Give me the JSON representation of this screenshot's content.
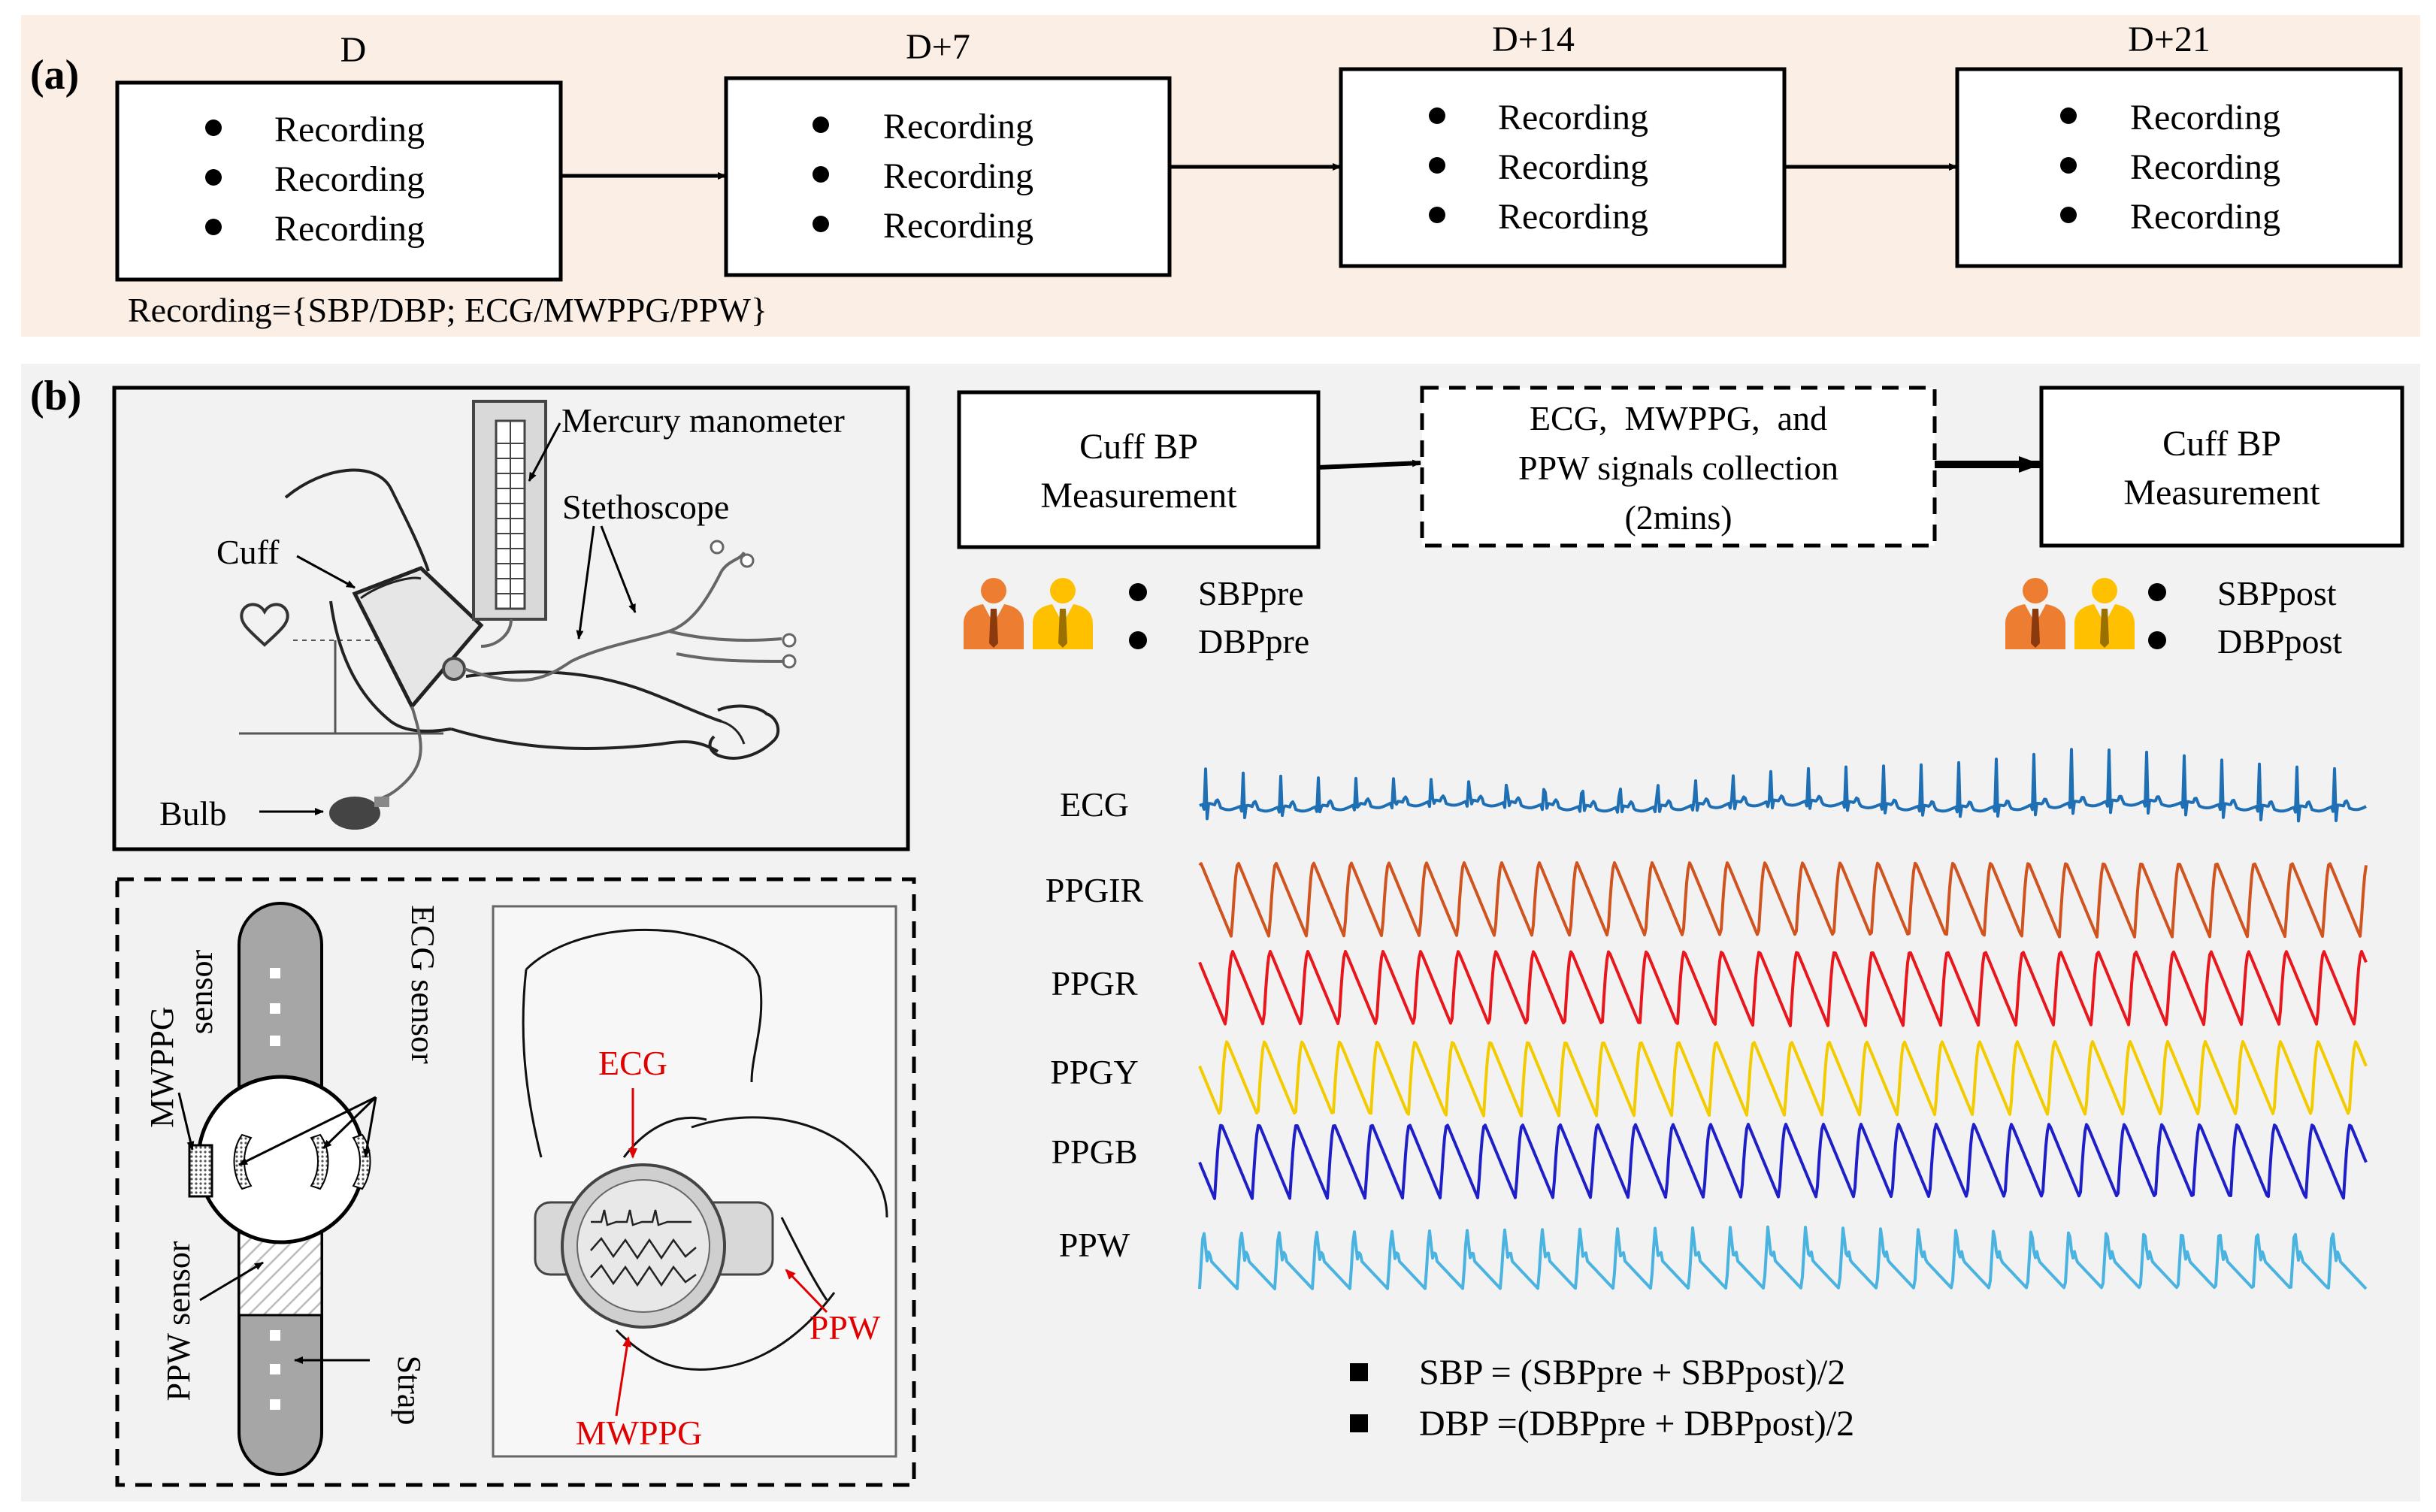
{
  "panel_a": {
    "label": "(a)",
    "stages": [
      {
        "day": "D",
        "items": [
          "Recording",
          "Recording",
          "Recording"
        ]
      },
      {
        "day": "D+7",
        "items": [
          "Recording",
          "Recording",
          "Recording"
        ]
      },
      {
        "day": "D+14",
        "items": [
          "Recording",
          "Recording",
          "Recording"
        ]
      },
      {
        "day": "D+21",
        "items": [
          "Recording",
          "Recording",
          "Recording"
        ]
      }
    ],
    "definition": "Recording={SBP/DBP; ECG/MWPPG/PPW}"
  },
  "panel_b": {
    "label": "(b)",
    "cuff_setup": {
      "mercury_manometer": "Mercury manometer",
      "stethoscope": "Stethoscope",
      "cuff": "Cuff",
      "bulb": "Bulb"
    },
    "watch_diagram": {
      "mwppg_sensor": [
        "MWPPG",
        "sensor"
      ],
      "ecg_sensor": "ECG sensor",
      "ppw_sensor": "PPW sensor",
      "strap": "Strap"
    },
    "photo_labels": {
      "ecg": "ECG",
      "ppw": "PPW",
      "mwppg": "MWPPG"
    },
    "flow": {
      "step1": [
        "Cuff BP",
        "Measurement"
      ],
      "step2": [
        "ECG,  MWPPG,  and",
        "PPW signals collection",
        "(2mins)"
      ],
      "step3": [
        "Cuff BP",
        "Measurement"
      ]
    },
    "pre_values": [
      "SBPpre",
      "DBPpre"
    ],
    "post_values": [
      "SBPpost",
      "DBPpost"
    ],
    "signals": [
      {
        "name": "ECG",
        "color": "#1f6fb4"
      },
      {
        "name": "PPGIR",
        "color": "#d0541f"
      },
      {
        "name": "PPGR",
        "color": "#e8171e"
      },
      {
        "name": "PPGY",
        "color": "#f2cc00"
      },
      {
        "name": "PPGB",
        "color": "#1f1fc8"
      },
      {
        "name": "PPW",
        "color": "#4ab3e0"
      }
    ],
    "formulas": [
      "SBP = (SBPpre + SBPpost)/2",
      "DBP =(DBPpre + DBPpost)/2"
    ],
    "colors": {
      "panel_a_bg": "#fbeee4",
      "panel_b_bg": "#f2f2f2",
      "person_orange": "#ed7d31",
      "person_yellow": "#ffc000",
      "watch_strap": "#a6a6a6"
    }
  }
}
